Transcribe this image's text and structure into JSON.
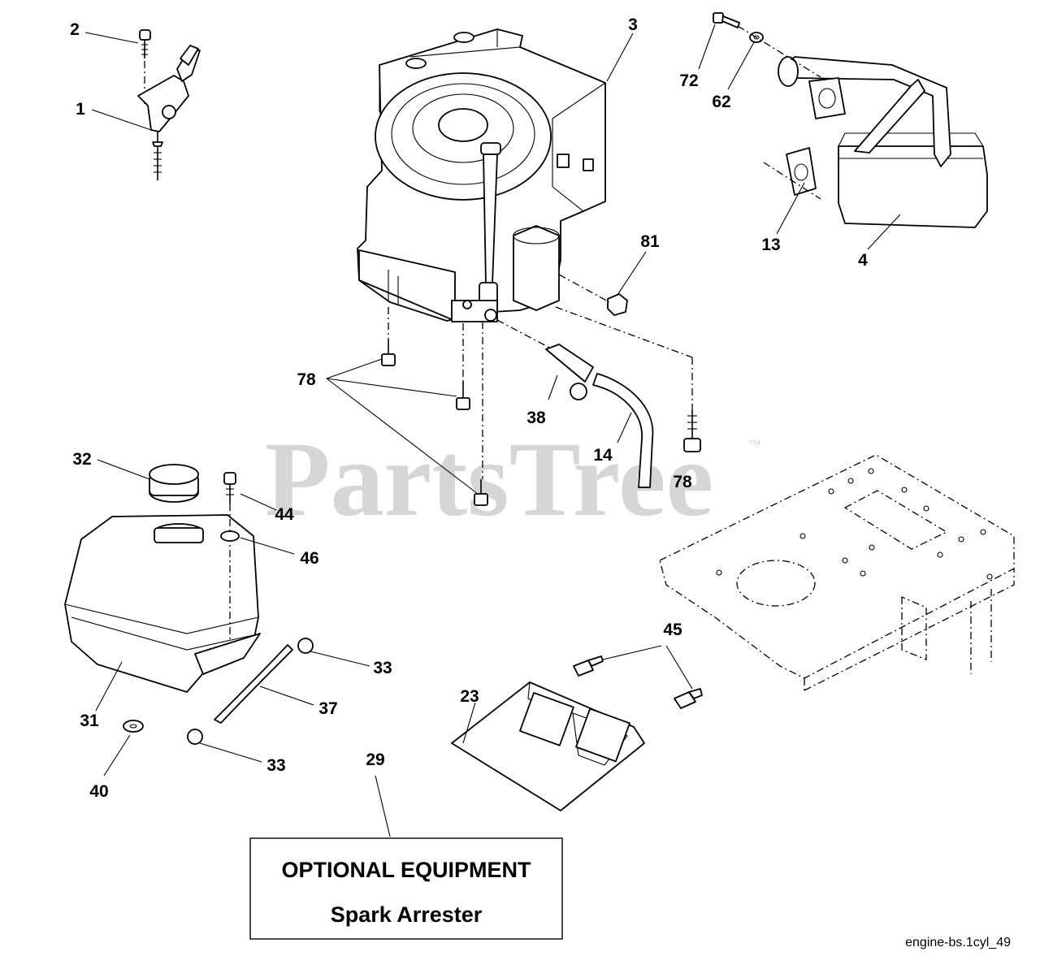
{
  "watermark": {
    "text": "PartsTree",
    "trademark": "™"
  },
  "diagram_code": "engine-bs.1cyl_49",
  "optional_box": {
    "title": "OPTIONAL EQUIPMENT",
    "subtitle": "Spark Arrester"
  },
  "callouts": {
    "c1": "1",
    "c2": "2",
    "c3": "3",
    "c4": "4",
    "c13": "13",
    "c14": "14",
    "c23": "23",
    "c29": "29",
    "c31": "31",
    "c32": "32",
    "c33a": "33",
    "c33b": "33",
    "c37": "37",
    "c38": "38",
    "c40": "40",
    "c44": "44",
    "c45": "45",
    "c46": "46",
    "c62": "62",
    "c72": "72",
    "c78a": "78",
    "c78b": "78",
    "c81": "81"
  },
  "icons": [
    "throttle-control-icon",
    "engine-icon",
    "muffler-icon",
    "fuel-tank-icon",
    "heat-shield-icon",
    "chassis-frame-icon"
  ]
}
